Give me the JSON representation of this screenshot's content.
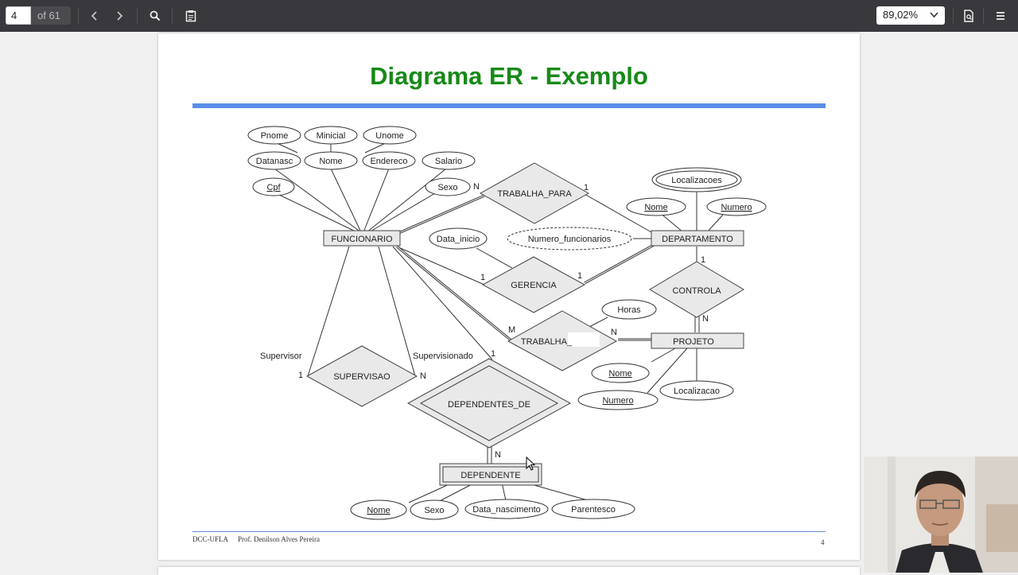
{
  "toolbar": {
    "page_current": "4",
    "page_total": "of 61",
    "zoom": "89,02%",
    "icons": [
      "chevron-left-icon",
      "chevron-right-icon",
      "search-icon",
      "clipboard-icon",
      "document-icon",
      "menu-icon"
    ]
  },
  "slide": {
    "title": "Diagrama ER - Exemplo",
    "footer_left": "DCC-UFLA",
    "footer_prof": "Prof. Denilson Alves Pereira",
    "page_number": "4"
  },
  "diagram": {
    "entities": {
      "funcionario": "FUNCIONARIO",
      "departamento": "DEPARTAMENTO",
      "projeto": "PROJETO",
      "dependente": "DEPENDENTE"
    },
    "relationships": {
      "trabalha_para": "TRABALHA_PARA",
      "gerencia": "GERENCIA",
      "controla": "CONTROLA",
      "trabalha_em": "TRABALHA_",
      "supervisao": "SUPERVISAO",
      "dependentes_de": "DEPENDENTES_DE"
    },
    "attributes": {
      "pnome": "Pnome",
      "minicial": "Minicial",
      "unome": "Unome",
      "datanasc": "Datanasc",
      "nome_func": "Nome",
      "endereco": "Endereco",
      "salario": "Salario",
      "cpf": "Cpf",
      "sexo_func": "Sexo",
      "data_inicio": "Data_inicio",
      "numero_funcionarios": "Numero_funcionarios",
      "localizacoes": "Localizacoes",
      "nome_depto": "Nome",
      "numero_depto": "Numero",
      "horas": "Horas",
      "nome_proj": "Nome",
      "numero_proj": "Numero",
      "localizacao": "Localizacao",
      "nome_dep": "Nome",
      "sexo_dep": "Sexo",
      "data_nascimento": "Data_nascimento",
      "parentesco": "Parentesco"
    },
    "roles": {
      "supervisor": "Supervisor",
      "supervisionado": "Supervisionado"
    },
    "cardinalities": {
      "tp_func": "N",
      "tp_depto": "1",
      "ger_func": "1",
      "ger_depto": "1",
      "ctrl_depto": "1",
      "ctrl_proj": "N",
      "te_func": "M",
      "te_proj": "N",
      "sup_supervisor": "1",
      "sup_supervisionado": "N",
      "dep_func": "1",
      "dep_dependente": "N"
    }
  }
}
